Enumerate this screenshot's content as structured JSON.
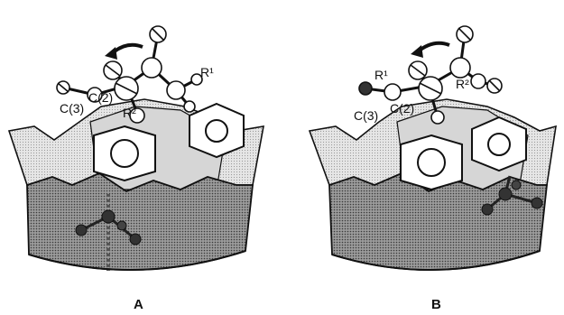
{
  "panels": [
    {
      "id": "A",
      "label": "A",
      "atom_labels": {
        "c3": "C(3)",
        "c2": "C(2)",
        "r1": "R¹",
        "r2": "R²"
      }
    },
    {
      "id": "B",
      "label": "B",
      "atom_labels": {
        "c3": "C(3)",
        "c2": "C(2)",
        "r1": "R¹",
        "r2": "R²"
      }
    }
  ],
  "colors": {
    "upper_rim": "#e3e3e3",
    "bowl_inner": "#d2d2d2",
    "lower_body": "#9a9a9a",
    "outline": "#111111",
    "atom_fill": "#ffffff",
    "dark_atom": "#2b2b2b"
  }
}
